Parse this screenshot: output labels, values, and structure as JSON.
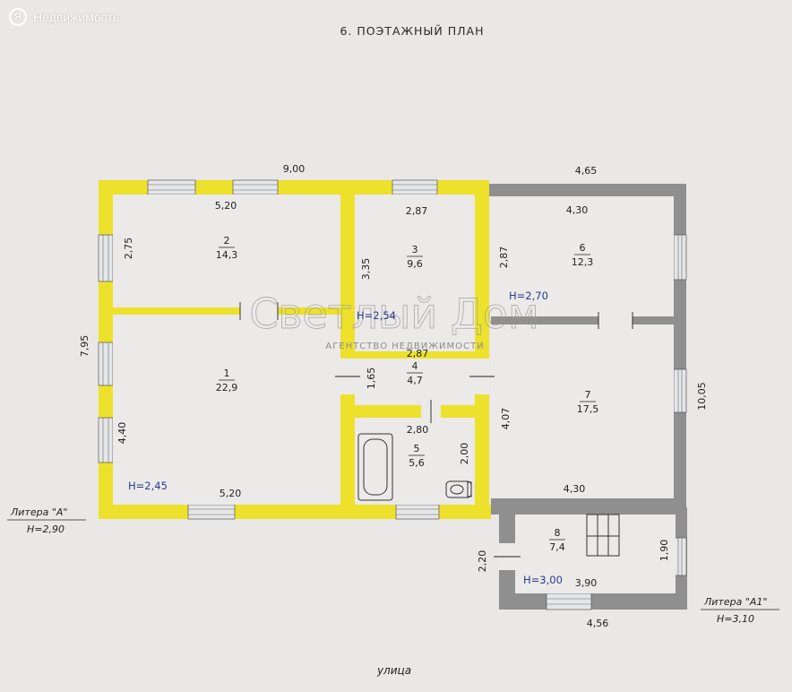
{
  "source_badge": {
    "logo": "Я",
    "label": "Недвижимость"
  },
  "plan": {
    "title": "6. ПОЭТАЖНЫЙ ПЛАН",
    "street": "улица",
    "watermark": {
      "name": "Светлый Дом",
      "subtitle": "АГЕНТСТВО НЕДВИЖИМОСТИ"
    },
    "litera_a": {
      "label": "Литера \"А\"",
      "height": "H=2,90"
    },
    "litera_a1": {
      "label": "Литера \"А1\"",
      "height": "H=3,10"
    },
    "room_heights": {
      "h1": "H=2,45",
      "h3": "H=2,54",
      "h6": "H=2,70",
      "h8": "H=3,00"
    },
    "colors": {
      "main_wall": "#ede12c",
      "annex_wall": "#8a8a8a",
      "window": "#dfe3e6"
    },
    "rooms": [
      {
        "number": "1",
        "area": "22,9"
      },
      {
        "number": "2",
        "area": "14,3"
      },
      {
        "number": "3",
        "area": "9,6"
      },
      {
        "number": "4",
        "area": "4,7"
      },
      {
        "number": "5",
        "area": "5,6"
      },
      {
        "number": "6",
        "area": "12,3"
      },
      {
        "number": "7",
        "area": "17,5"
      },
      {
        "number": "8",
        "area": "7,4"
      }
    ],
    "dimensions": {
      "top_main": "9,00",
      "top_annex": "4,65",
      "left_total": "7,95",
      "right_total": "10,05",
      "r2_width": "5,20",
      "r2_height": "2,75",
      "r3_width": "2,87",
      "r3_height": "3,35",
      "r6_width": "4,30",
      "r6_height": "2,87",
      "r4_width": "2,87",
      "r4_height": "1,65",
      "r5_width": "2,80",
      "r5_height": "2,00",
      "r1_height": "4,40",
      "r1_width": "5,20",
      "r7_height": "4,07",
      "r7_width": "4,30",
      "r8_height": "2,20",
      "r8_width": "3,90",
      "r8_stair": "1,90",
      "bottom_annex": "4,56"
    }
  }
}
